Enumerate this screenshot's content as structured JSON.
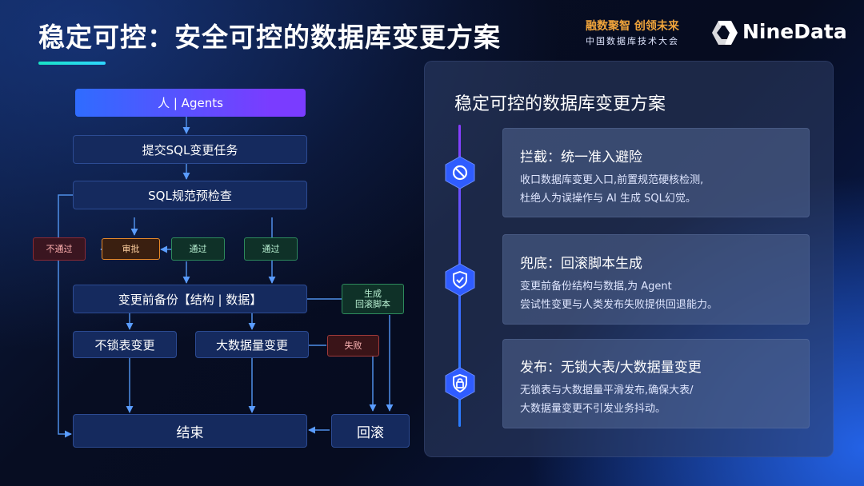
{
  "header": {
    "title": "稳定可控：安全可控的数据库变更方案",
    "slogan": "融数聚智 创领未来",
    "conference": "中国数据库技术大会",
    "logo_text": "NineData"
  },
  "flow": {
    "agents": "人 | Agents",
    "submit": "提交SQL变更任务",
    "precheck": "SQL规范预检查",
    "tag_reject": "不通过",
    "tag_approve": "审批",
    "tag_pass1": "通过",
    "tag_pass2": "通过",
    "backup": "变更前备份【结构 | 数据】",
    "tag_rollback_gen": [
      "生成",
      "回滚脚本"
    ],
    "nolock": "不锁表变更",
    "bigdata": "大数据量变更",
    "tag_fail": "失败",
    "end": "结束",
    "rollback": "回滚"
  },
  "panel": {
    "title": "稳定可控的数据库变更方案",
    "cards": [
      {
        "icon": "ban-icon",
        "title": "拦截：统一准入避险",
        "desc": [
          "收口数据库变更入口,前置规范硬核检测,",
          "杜绝人为误操作与 AI 生成 SQL幻觉。"
        ]
      },
      {
        "icon": "shield-check-icon",
        "title": "兜底：回滚脚本生成",
        "desc": [
          "变更前备份结构与数据,为 Agent",
          "尝试性变更与人类发布失败提供回退能力。"
        ]
      },
      {
        "icon": "lock-shield-icon",
        "title": "发布：无锁大表/大数据量变更",
        "desc": [
          "无锁表与大数据量平滑发布,确保大表/",
          "大数据量变更不引发业务抖动。"
        ]
      }
    ]
  },
  "colors": {
    "accent_teal": "#19e3c6",
    "node_bg": "#152a5e",
    "timeline_purple": "#8a3cff",
    "hex_blue": "#2f5cff"
  }
}
